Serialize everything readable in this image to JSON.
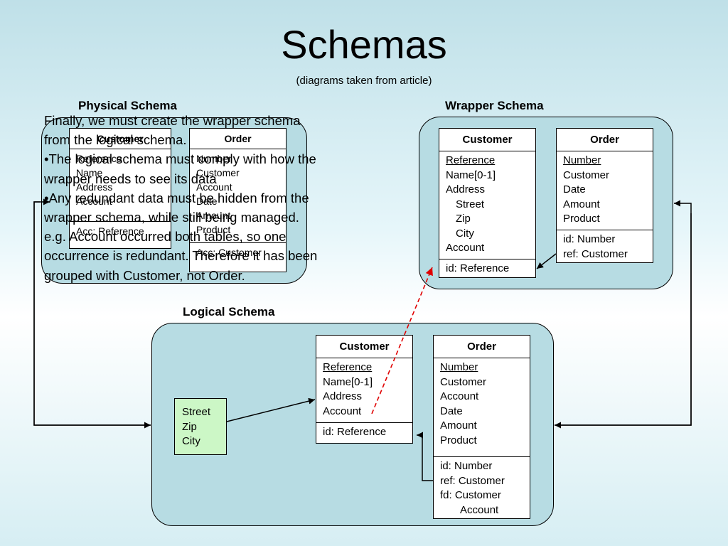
{
  "title": "Schemas",
  "subtitle": "(diagrams taken from article)",
  "physical": {
    "title": "Physical Schema",
    "customer": {
      "name": "Customer",
      "attrs": [
        "Reference",
        "Name",
        "Address",
        "Account"
      ],
      "keys": [
        "Acc: Reference"
      ]
    },
    "order": {
      "name": "Order",
      "attrs": [
        "Number",
        "Customer",
        "Account",
        "Date",
        "Amount",
        "Product"
      ],
      "keys": [
        "Acc: Customer"
      ]
    }
  },
  "wrapper": {
    "title": "Wrapper Schema",
    "customer": {
      "name": "Customer",
      "attrs": [
        "Reference",
        "Name[0-1]",
        "Address",
        "Street",
        "Zip",
        "City",
        "Account"
      ],
      "keys": [
        "id: Reference"
      ]
    },
    "order": {
      "name": "Order",
      "attrs": [
        "Number",
        "Customer",
        "Date",
        "Amount",
        "Product"
      ],
      "keys": [
        "id: Number",
        "ref: Customer"
      ]
    }
  },
  "logical": {
    "title": "Logical Schema",
    "address_group": [
      "Street",
      "Zip",
      "City"
    ],
    "customer": {
      "name": "Customer",
      "attrs": [
        "Reference",
        "Name[0-1]",
        "Address",
        "Account"
      ],
      "keys": [
        "id: Reference"
      ]
    },
    "order": {
      "name": "Order",
      "attrs": [
        "Number",
        "Customer",
        "Account",
        "Date",
        "Amount",
        "Product"
      ],
      "keys": [
        "id: Number",
        "ref: Customer",
        "fd: Customer",
        "Account"
      ]
    }
  },
  "overlay_text": [
    "Finally, we must create the wrapper schema",
    "from the logical schema.",
    "•The logical schema must comply with how the",
    "wrapper needs to see its data",
    "•Any redundant data must be hidden from the",
    "wrapper schema, while still being managed.",
    "e.g. Account occurred both tables, so one",
    "occurrence is redundant. Therefore it has been",
    "grouped with Customer, not Order."
  ],
  "colors": {
    "panel": "#b7dce3",
    "address_group": "#ccf7c6",
    "dashed_arrow": "#e00000"
  }
}
